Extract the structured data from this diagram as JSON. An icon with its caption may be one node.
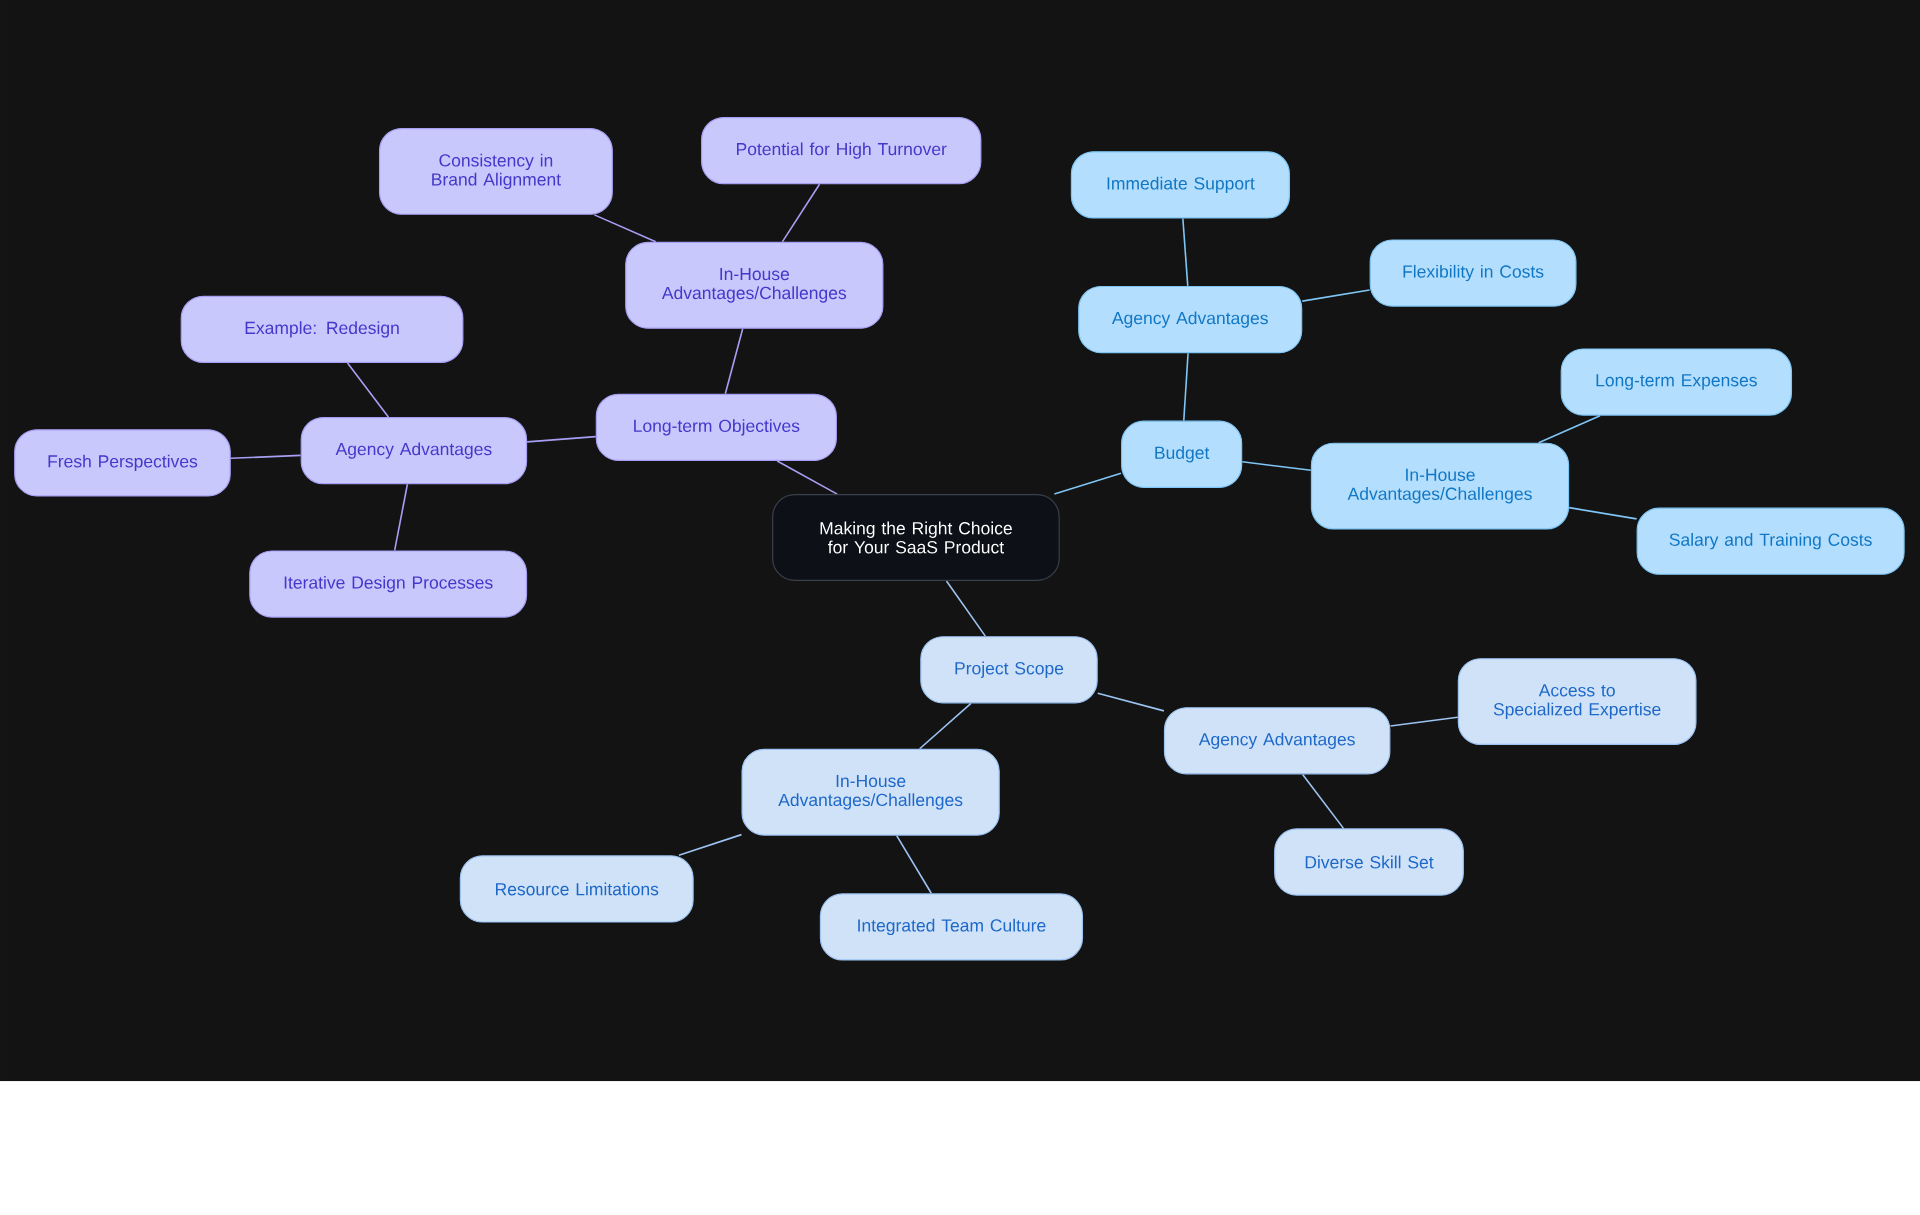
{
  "diagram": {
    "nodes": [
      {
        "text": [
          "Making the Right Choice for Your SaaS Product"
        ]
      },
      {
        "text": [
          "Long-term Objectives"
        ]
      },
      {
        "text": [
          "In-House Advantages/Challenges"
        ]
      },
      {
        "text": [
          "Consistency in Brand Alignment"
        ]
      },
      {
        "text": [
          "Potential for High Turnover"
        ]
      },
      {
        "text": [
          "Agency Advantages"
        ]
      },
      {
        "text": [
          "Example: Redesign"
        ]
      },
      {
        "text": [
          "Fresh Perspectives"
        ]
      },
      {
        "text": [
          "Iterative Design Processes"
        ]
      },
      {
        "text": [
          "Budget"
        ]
      },
      {
        "text": [
          "Agency Advantages"
        ]
      },
      {
        "text": [
          "Immediate Support"
        ]
      },
      {
        "text": [
          "Flexibility in Costs"
        ]
      },
      {
        "text": [
          "In-House Advantages/Challenges"
        ]
      },
      {
        "text": [
          "Long-term Expenses"
        ]
      },
      {
        "text": [
          "Salary and Training Costs"
        ]
      },
      {
        "text": [
          "Project Scope"
        ]
      },
      {
        "text": [
          "Agency Advantages"
        ]
      },
      {
        "text": [
          "Access to Specialized Expertise"
        ]
      },
      {
        "text": [
          "Diverse Skill Set"
        ]
      },
      {
        "text": [
          "In-House Advantages/Challenges"
        ]
      },
      {
        "text": [
          "Resource Limitations"
        ]
      },
      {
        "text": [
          "Integrated Team Culture"
        ]
      }
    ],
    "edges": [
      {
        "from": 0,
        "to": 1,
        "arrow": "none"
      },
      {
        "from": 1,
        "to": 2,
        "arrow": "none"
      },
      {
        "from": 2,
        "to": 3,
        "arrow": "none"
      },
      {
        "from": 2,
        "to": 4,
        "arrow": "none"
      },
      {
        "from": 1,
        "to": 5,
        "arrow": "none"
      },
      {
        "from": 5,
        "to": 6,
        "arrow": "none"
      },
      {
        "from": 5,
        "to": 7,
        "arrow": "none"
      },
      {
        "from": 5,
        "to": 8,
        "arrow": "none"
      },
      {
        "from": 0,
        "to": 9,
        "arrow": "none",
        "color": "#7fc6f5"
      },
      {
        "from": 9,
        "to": 10,
        "arrow": "none",
        "color": "#7fc6f5"
      },
      {
        "from": 10,
        "to": 11,
        "arrow": "none",
        "color": "#7fc6f5"
      },
      {
        "from": 10,
        "to": 12,
        "arrow": "none",
        "color": "#7fc6f5"
      },
      {
        "from": 9,
        "to": 13,
        "arrow": "none",
        "color": "#7fc6f5"
      },
      {
        "from": 13,
        "to": 14,
        "arrow": "none",
        "color": "#7fc6f5"
      },
      {
        "from": 13,
        "to": 15,
        "arrow": "none",
        "color": "#7fc6f5"
      },
      {
        "from": 0,
        "to": 16,
        "arrow": "none",
        "color": "#9cc3f2"
      },
      {
        "from": 16,
        "to": 17,
        "arrow": "none",
        "color": "#9cc3f2"
      },
      {
        "from": 17,
        "to": 18,
        "arrow": "none",
        "color": "#9cc3f2"
      },
      {
        "from": 17,
        "to": 19,
        "arrow": "none",
        "color": "#9cc3f2"
      },
      {
        "from": 16,
        "to": 20,
        "arrow": "none",
        "color": "#9cc3f2"
      },
      {
        "from": 20,
        "to": 21,
        "arrow": "none",
        "color": "#9cc3f2"
      },
      {
        "from": 20,
        "to": 22,
        "arrow": "none",
        "color": "#9cc3f2"
      }
    ]
  }
}
